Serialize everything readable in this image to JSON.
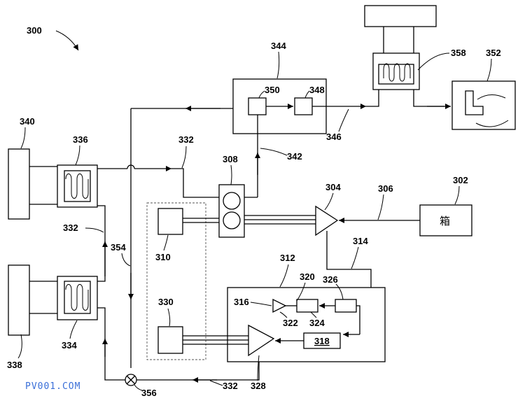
{
  "figure": {
    "ref": "300",
    "labels": {
      "l302": "302",
      "l304": "304",
      "l306": "306",
      "l308": "308",
      "l310": "310",
      "l312": "312",
      "l314": "314",
      "l316": "316",
      "l318": "318",
      "l320": "320",
      "l322": "322",
      "l324": "324",
      "l326": "326",
      "l328": "328",
      "l330": "330",
      "l332a": "332",
      "l332b": "332",
      "l332c": "332",
      "l334": "334",
      "l336": "336",
      "l338": "338",
      "l340": "340",
      "l342": "342",
      "l344": "344",
      "l346": "346",
      "l348": "348",
      "l350": "350",
      "l352": "352",
      "l354": "354",
      "l356": "356",
      "l358": "358"
    },
    "tank_text": "箱"
  },
  "watermark": "PV001.COM"
}
